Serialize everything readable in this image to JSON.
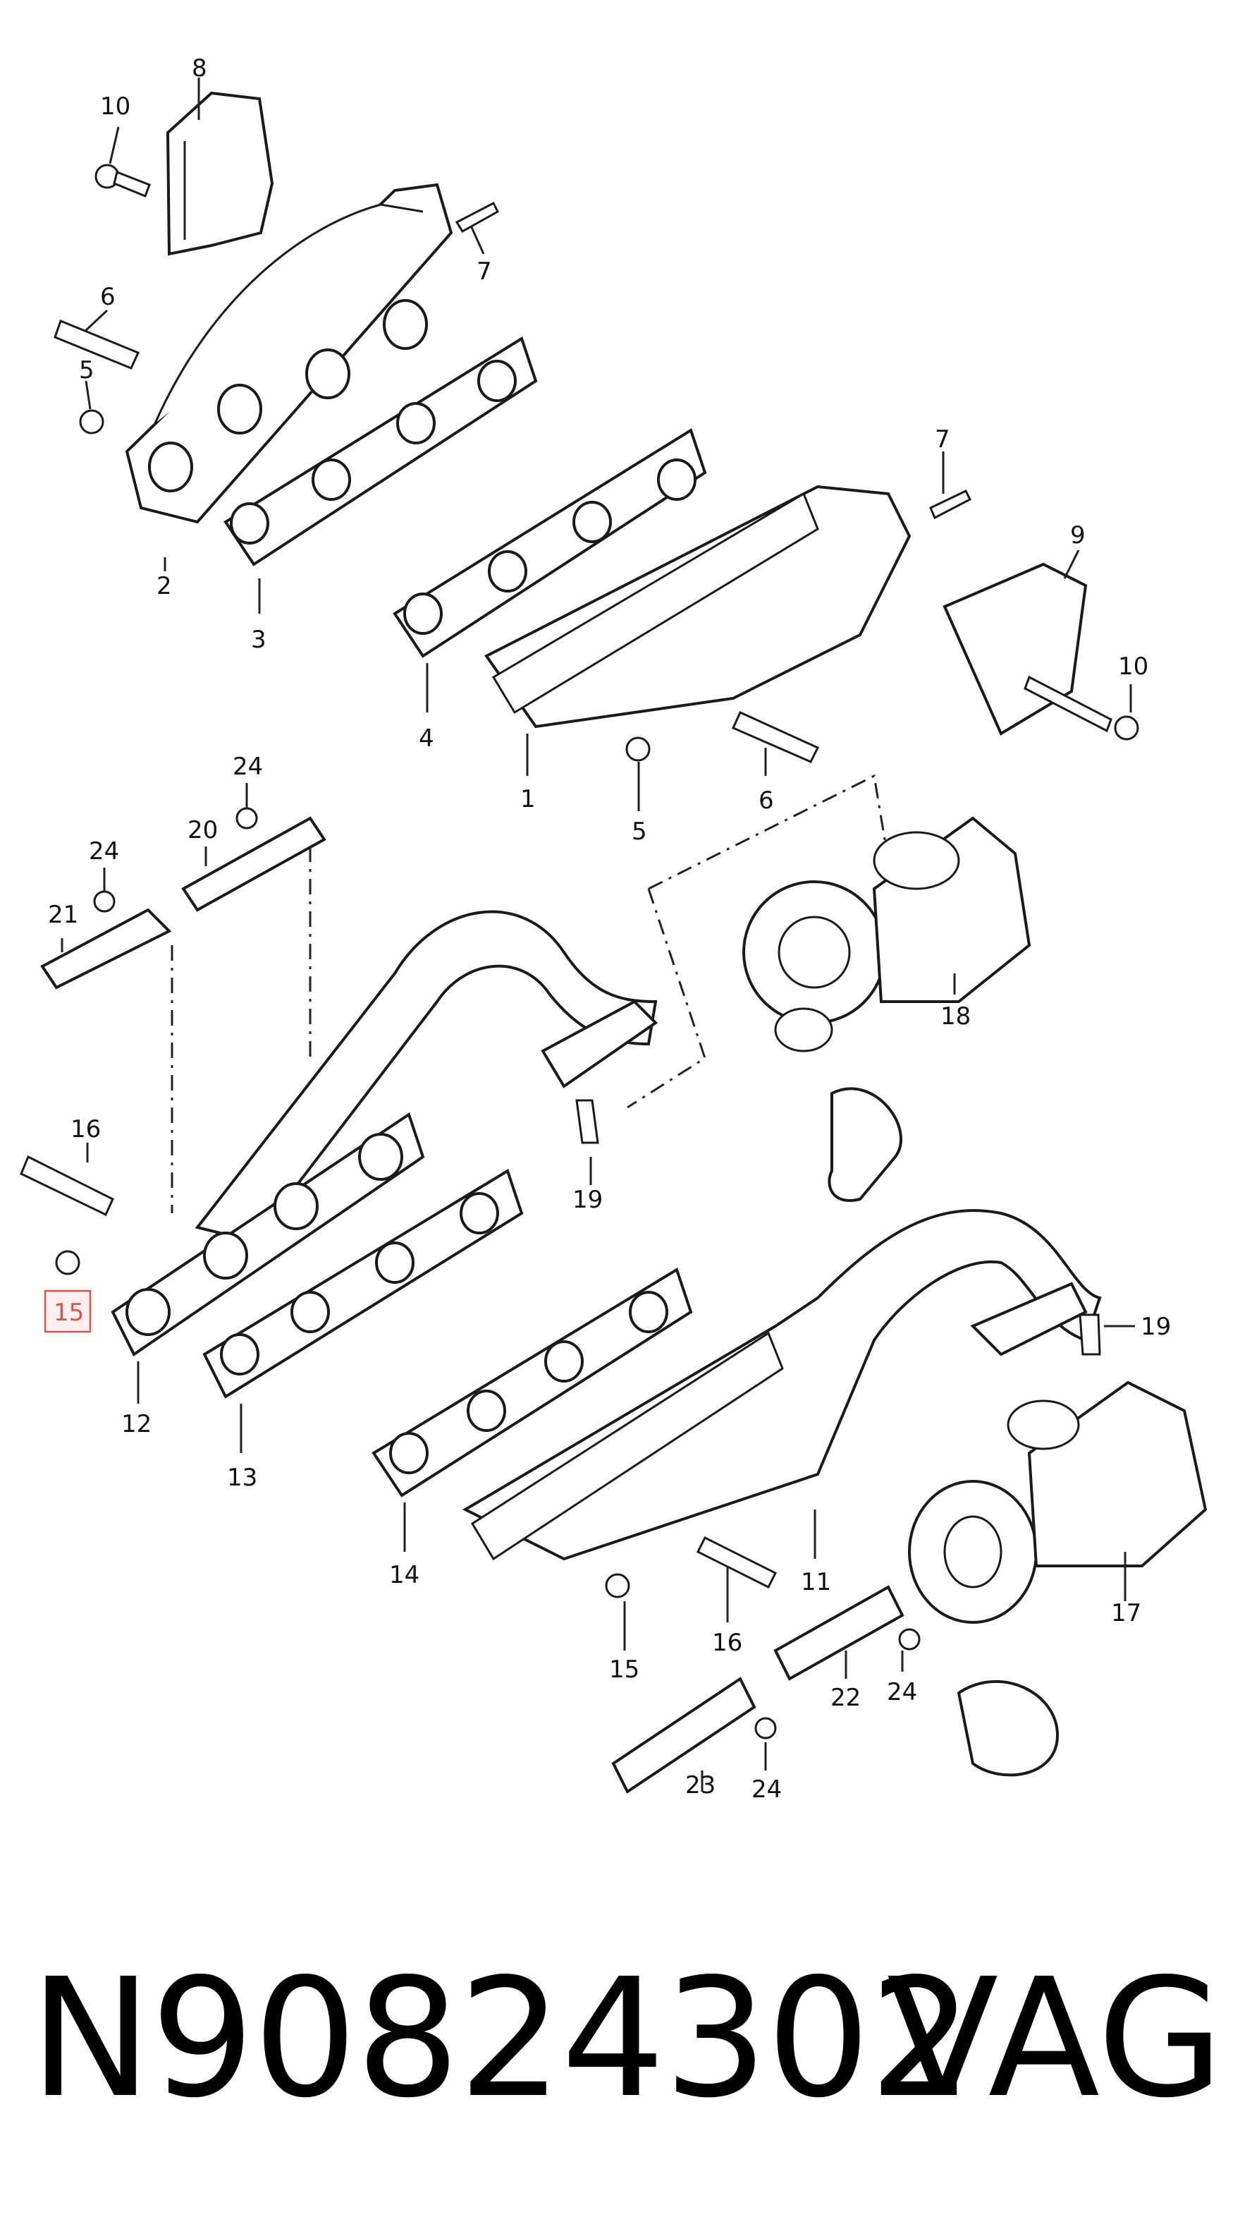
{
  "callouts": {
    "c1": "1",
    "c2": "2",
    "c3": "3",
    "c4": "4",
    "c5a": "5",
    "c5b": "5",
    "c6a": "6",
    "c6b": "6",
    "c7a": "7",
    "c7b": "7",
    "c8": "8",
    "c9": "9",
    "c10a": "10",
    "c10b": "10",
    "c11": "11",
    "c12": "12",
    "c13": "13",
    "c14": "14",
    "c15a": "15",
    "c15b": "15",
    "c16a": "16",
    "c16b": "16",
    "c17": "17",
    "c18": "18",
    "c19a": "19",
    "c19b": "19",
    "c20": "20",
    "c21": "21",
    "c22": "22",
    "c23": "23",
    "c24a": "24",
    "c24b": "24",
    "c24c": "24",
    "c24d": "24"
  },
  "highlight": {
    "label": "15",
    "color": "#d9534f"
  },
  "footer": {
    "part_number": "N90824302",
    "brand": "VAG"
  }
}
